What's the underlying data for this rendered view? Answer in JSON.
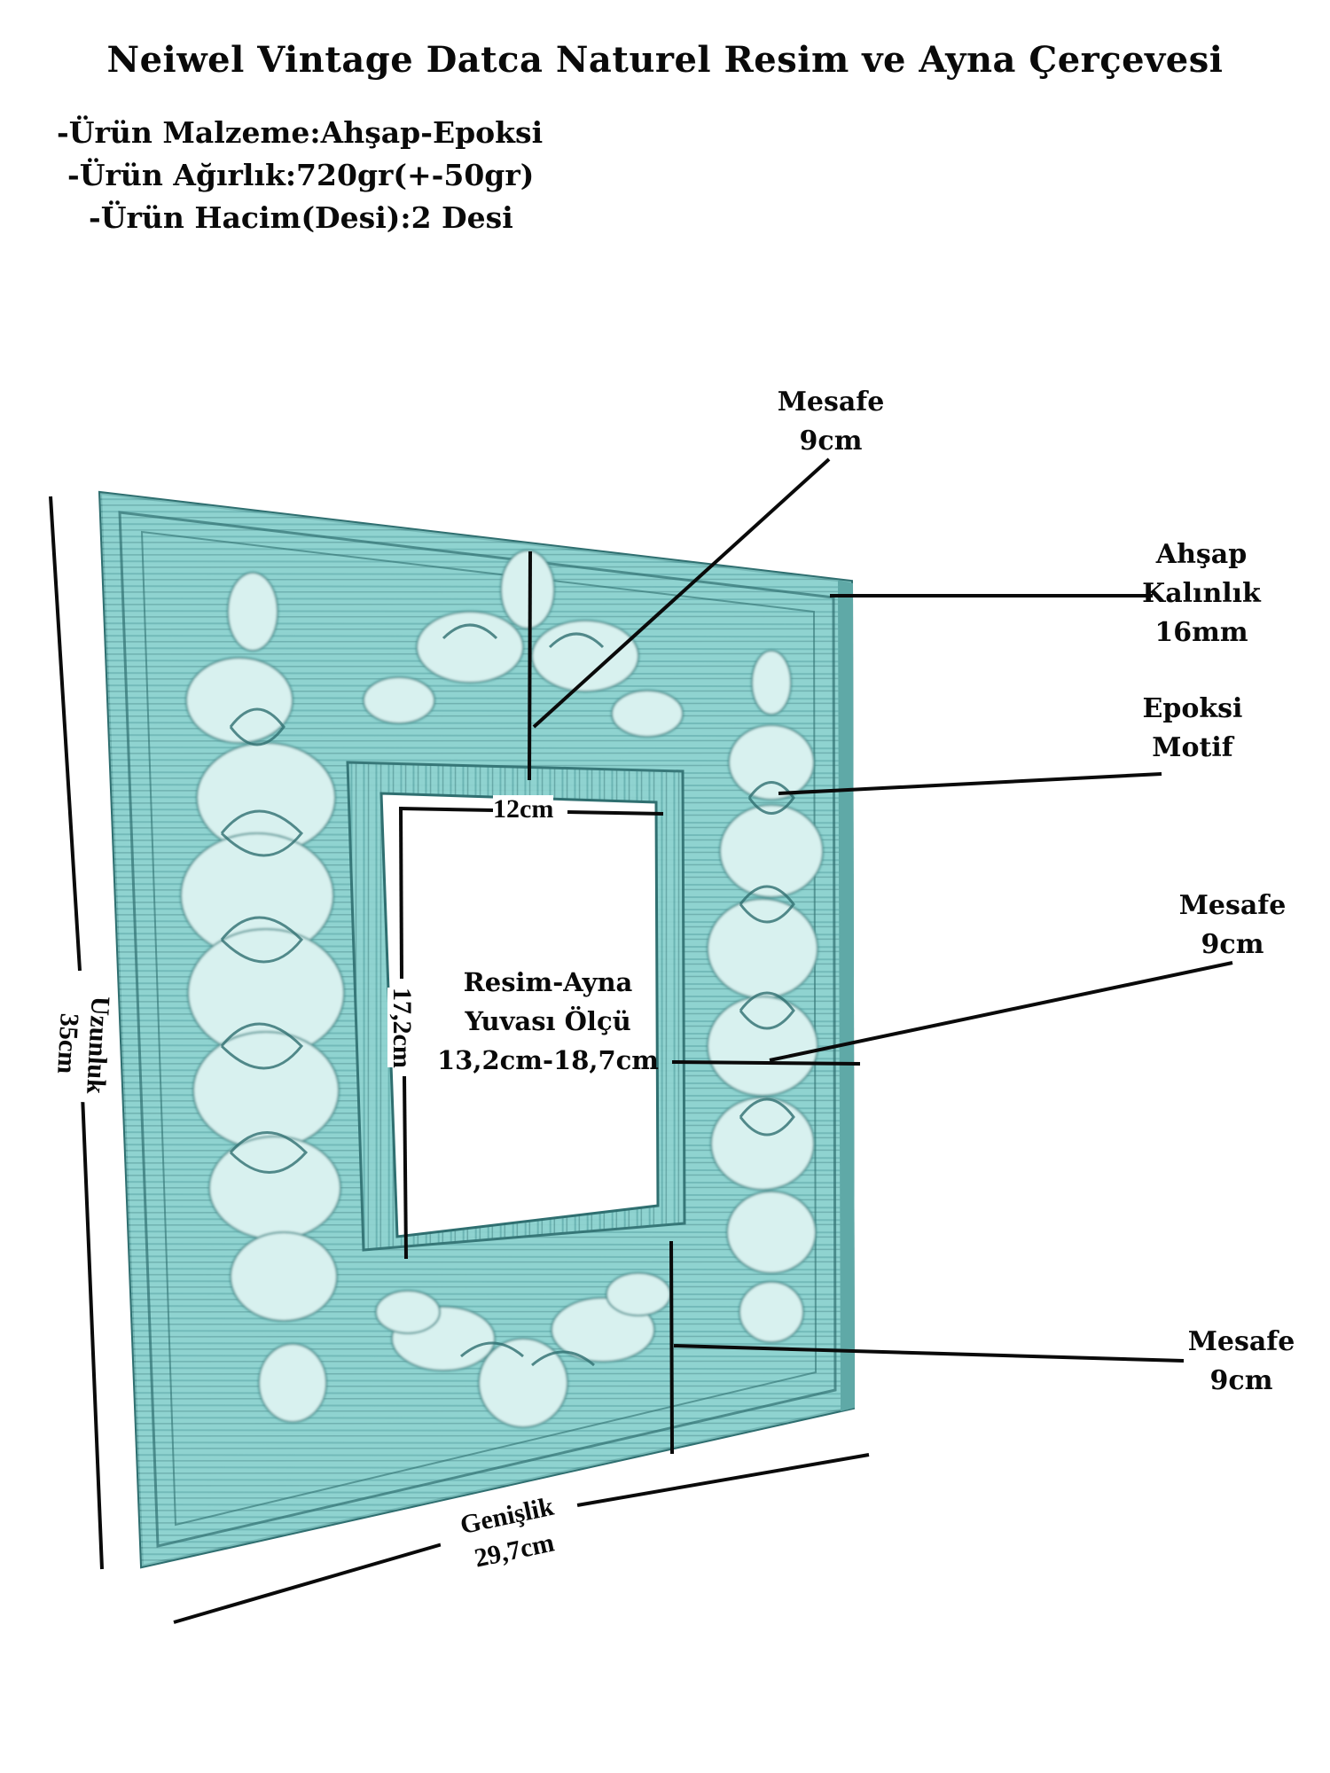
{
  "title": "Neiwel Vintage Datca Naturel Resim ve Ayna Çerçevesi",
  "specs": [
    "-Ürün Malzeme:Ahşap-Epoksi",
    "-Ürün Ağırlık:720gr(+-50gr)",
    "-Ürün Hacim(Desi):2 Desi"
  ],
  "annotations": {
    "top_distance": {
      "line1": "Mesafe",
      "line2": "9cm"
    },
    "thickness": {
      "line1": "Ahşap",
      "line2": "Kalınlık",
      "line3": "16mm"
    },
    "motif": {
      "line1": "Epoksi",
      "line2": "Motif"
    },
    "side_distance": {
      "line1": "Mesafe",
      "line2": "9cm"
    },
    "bottom_distance": {
      "line1": "Mesafe",
      "line2": "9cm"
    },
    "slot": {
      "line1": "Resim-Ayna",
      "line2": "Yuvası Ölçü",
      "line3": "13,2cm-18,7cm"
    }
  },
  "dimensions": {
    "inner_width": "12cm",
    "inner_height": "17,2cm",
    "height_label": "Uzunluk",
    "height_value": "35cm",
    "width_label": "Genişlik",
    "width_value": "29,7cm"
  },
  "colors": {
    "frame": "#8fd3d0",
    "frame_dark": "#2f6f70",
    "ornament": "#d8f1ef"
  }
}
